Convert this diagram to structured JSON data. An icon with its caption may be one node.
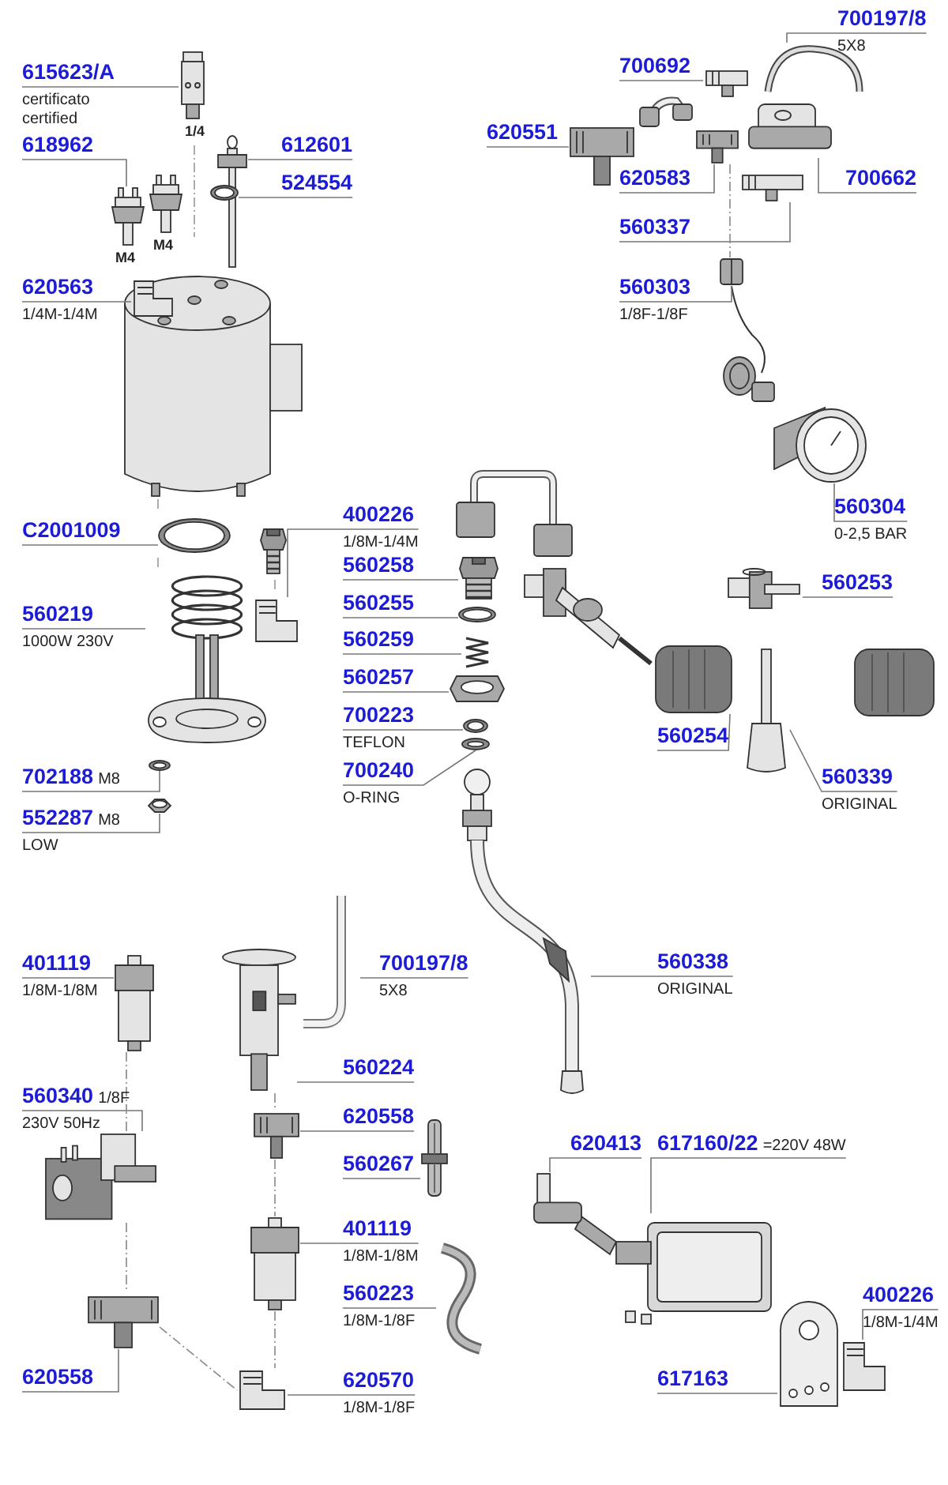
{
  "diagram": {
    "nodes": [
      {
        "text": [
          "615623/A",
          "certificato certified"
        ]
      },
      {
        "text": [],
        "shape": "picture"
      },
      {
        "text": [
          "618962"
        ]
      },
      {
        "text": [],
        "shape": "picture"
      },
      {
        "text": [
          "612601"
        ]
      },
      {
        "text": [],
        "shape": "picture"
      },
      {
        "text": [
          "524554"
        ]
      },
      {
        "text": [],
        "shape": "picture"
      },
      {
        "text": [
          "620563",
          "1/4M-1/4M"
        ]
      },
      {
        "text": [],
        "shape": "picture"
      },
      {
        "text": [
          "700197/8",
          "5X8"
        ]
      },
      {
        "text": [],
        "shape": "picture"
      },
      {
        "text": [
          "700692"
        ]
      },
      {
        "text": [],
        "shape": "picture"
      },
      {
        "text": [
          "620551"
        ]
      },
      {
        "text": [],
        "shape": "picture"
      },
      {
        "text": [
          "620583"
        ]
      },
      {
        "text": [],
        "shape": "picture"
      },
      {
        "text": [
          "700662"
        ]
      },
      {
        "text": [],
        "shape": "picture"
      },
      {
        "text": [
          "560337"
        ]
      },
      {
        "text": [],
        "shape": "picture"
      },
      {
        "text": [
          "560303",
          "1/8F-1/8F"
        ]
      },
      {
        "text": [],
        "shape": "picture"
      },
      {
        "text": [
          "560304",
          "0-2,5 BAR"
        ]
      },
      {
        "text": [],
        "shape": "picture"
      },
      {
        "text": [
          "C2001009"
        ]
      },
      {
        "text": [],
        "shape": "picture"
      },
      {
        "text": [
          "560219",
          "1000W 230V"
        ]
      },
      {
        "text": [],
        "shape": "picture"
      },
      {
        "text": [
          "702188",
          "M8"
        ]
      },
      {
        "text": [],
        "shape": "picture"
      },
      {
        "text": [
          "552287",
          "M8",
          "LOW"
        ]
      },
      {
        "text": [],
        "shape": "picture"
      },
      {
        "text": [
          "400226",
          "1/8M-1/4M"
        ]
      },
      {
        "text": [],
        "shape": "picture"
      },
      {
        "text": [
          "560258"
        ]
      },
      {
        "text": [],
        "shape": "picture"
      },
      {
        "text": [
          "560255"
        ]
      },
      {
        "text": [],
        "shape": "picture"
      },
      {
        "text": [
          "560259"
        ]
      },
      {
        "text": [],
        "shape": "picture"
      },
      {
        "text": [
          "560257"
        ]
      },
      {
        "text": [],
        "shape": "picture"
      },
      {
        "text": [
          "700223",
          "TEFLON"
        ]
      },
      {
        "text": [],
        "shape": "picture"
      },
      {
        "text": [
          "700240",
          "O-RING"
        ]
      },
      {
        "text": [],
        "shape": "picture"
      },
      {
        "text": [
          "560338",
          "ORIGINAL"
        ]
      },
      {
        "text": [],
        "shape": "picture"
      },
      {
        "text": [
          "560254"
        ]
      },
      {
        "text": [],
        "shape": "picture"
      },
      {
        "text": [
          "560253"
        ]
      },
      {
        "text": [],
        "shape": "picture"
      },
      {
        "text": [
          "560339",
          "ORIGINAL"
        ]
      },
      {
        "text": [],
        "shape": "picture"
      },
      {
        "text": [
          "401119",
          "1/8M-1/8M"
        ]
      },
      {
        "text": [],
        "shape": "picture"
      },
      {
        "text": [
          "560340",
          "1/8F",
          "230V 50Hz"
        ]
      },
      {
        "text": [],
        "shape": "picture"
      },
      {
        "text": [
          "620558"
        ]
      },
      {
        "text": [],
        "shape": "picture"
      },
      {
        "text": [
          "700197/8",
          "5X8"
        ]
      },
      {
        "text": [],
        "shape": "picture"
      },
      {
        "text": [
          "560224"
        ]
      },
      {
        "text": [],
        "shape": "picture"
      },
      {
        "text": [
          "620558"
        ]
      },
      {
        "text": [],
        "shape": "picture"
      },
      {
        "text": [
          "560267"
        ]
      },
      {
        "text": [],
        "shape": "picture"
      },
      {
        "text": [
          "401119",
          "1/8M-1/8M"
        ]
      },
      {
        "text": [],
        "shape": "picture"
      },
      {
        "text": [
          "560223",
          "1/8M-1/8F"
        ]
      },
      {
        "text": [],
        "shape": "picture"
      },
      {
        "text": [
          "620570",
          "1/8M-1/8F"
        ]
      },
      {
        "text": [],
        "shape": "picture"
      },
      {
        "text": [
          "620413"
        ]
      },
      {
        "text": [],
        "shape": "picture"
      },
      {
        "text": [
          "617160/22",
          "=220V 48W"
        ]
      },
      {
        "text": [],
        "shape": "picture"
      },
      {
        "text": [
          "617163"
        ]
      },
      {
        "text": [],
        "shape": "picture"
      },
      {
        "text": [
          "400226",
          "1/8M-1/4M"
        ]
      },
      {
        "text": [],
        "shape": "picture"
      }
    ],
    "edges": [
      {
        "from": 0,
        "to": 1,
        "arrow": "none"
      },
      {
        "from": 2,
        "to": 3,
        "arrow": "none"
      },
      {
        "from": 4,
        "to": 5,
        "arrow": "none"
      },
      {
        "from": 6,
        "to": 7,
        "arrow": "none"
      },
      {
        "from": 8,
        "to": 9,
        "arrow": "none"
      },
      {
        "from": 10,
        "to": 11,
        "arrow": "none"
      },
      {
        "from": 12,
        "to": 13,
        "arrow": "none"
      },
      {
        "from": 14,
        "to": 15,
        "arrow": "none"
      },
      {
        "from": 16,
        "to": 17,
        "arrow": "none"
      },
      {
        "from": 18,
        "to": 19,
        "arrow": "none"
      },
      {
        "from": 20,
        "to": 21,
        "arrow": "none"
      },
      {
        "from": 22,
        "to": 23,
        "arrow": "none"
      },
      {
        "from": 24,
        "to": 25,
        "arrow": "none"
      },
      {
        "from": 26,
        "to": 27,
        "arrow": "none"
      },
      {
        "from": 28,
        "to": 29,
        "arrow": "none"
      },
      {
        "from": 30,
        "to": 31,
        "arrow": "none"
      },
      {
        "from": 32,
        "to": 33,
        "arrow": "none"
      },
      {
        "from": 34,
        "to": 35,
        "arrow": "none"
      },
      {
        "from": 36,
        "to": 37,
        "arrow": "none"
      },
      {
        "from": 38,
        "to": 39,
        "arrow": "none"
      },
      {
        "from": 40,
        "to": 41,
        "arrow": "none"
      },
      {
        "from": 42,
        "to": 43,
        "arrow": "none"
      },
      {
        "from": 44,
        "to": 45,
        "arrow": "none"
      },
      {
        "from": 46,
        "to": 47,
        "arrow": "none"
      },
      {
        "from": 48,
        "to": 49,
        "arrow": "none"
      },
      {
        "from": 50,
        "to": 51,
        "arrow": "none"
      },
      {
        "from": 52,
        "to": 53,
        "arrow": "none"
      },
      {
        "from": 54,
        "to": 55,
        "arrow": "none"
      },
      {
        "from": 56,
        "to": 57,
        "arrow": "none"
      },
      {
        "from": 58,
        "to": 59,
        "arrow": "none"
      },
      {
        "from": 60,
        "to": 61,
        "arrow": "none"
      },
      {
        "from": 62,
        "to": 63,
        "arrow": "none"
      },
      {
        "from": 64,
        "to": 65,
        "arrow": "none"
      },
      {
        "from": 66,
        "to": 67,
        "arrow": "none"
      },
      {
        "from": 68,
        "to": 69,
        "arrow": "none"
      },
      {
        "from": 70,
        "to": 71,
        "arrow": "none"
      },
      {
        "from": 72,
        "to": 73,
        "arrow": "none"
      },
      {
        "from": 74,
        "to": 75,
        "arrow": "none"
      },
      {
        "from": 76,
        "to": 77,
        "arrow": "none"
      },
      {
        "from": 78,
        "to": 79,
        "arrow": "none"
      },
      {
        "from": 80,
        "to": 81,
        "arrow": "none"
      },
      {
        "from": 82,
        "to": 83,
        "arrow": "none"
      },
      {
        "from": 65,
        "to": 67,
        "arrow": "none",
        "style": "dashed"
      },
      {
        "from": 67,
        "to": 71,
        "arrow": "none",
        "style": "dashed"
      },
      {
        "from": 71,
        "to": 75,
        "arrow": "none",
        "style": "dashed"
      },
      {
        "from": 57,
        "to": 59,
        "arrow": "none",
        "style": "dashed"
      },
      {
        "from": 59,
        "to": 61,
        "arrow": "none",
        "style": "dashed"
      },
      {
        "from": 61,
        "to": 75,
        "arrow": "none",
        "style": "dashed"
      },
      {
        "from": 17,
        "to": 23,
        "arrow": "none",
        "style": "dashed"
      }
    ],
    "labels": [
      "1/4",
      "M4",
      "M4"
    ]
  }
}
